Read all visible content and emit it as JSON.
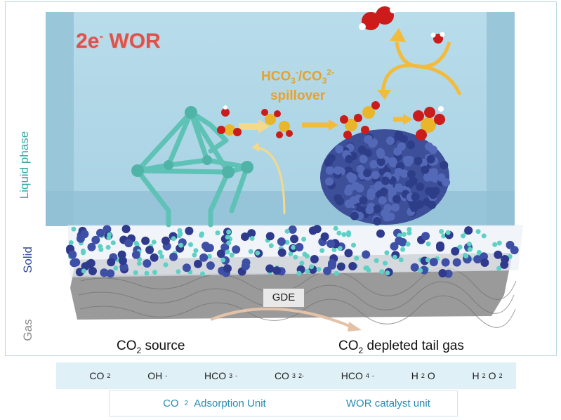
{
  "title": {
    "main": "2e",
    "sup": "-",
    "rest": " WOR"
  },
  "spillover": {
    "line1a": "HCO",
    "sub1": "3",
    "sup1": "-",
    "slash": "/CO",
    "sub2": "3",
    "sup2": "2-",
    "line2": "spillover"
  },
  "phases": {
    "liquid": "Liquid phase",
    "solid": "Solid",
    "gas": "Gas"
  },
  "gde": "GDE",
  "co2_source": {
    "a": "CO",
    "sub": "2",
    "b": " source"
  },
  "co2_tail": {
    "a": "CO",
    "sub": "2",
    "b": " depleted tail gas"
  },
  "legend_species": [
    {
      "icon": "co2-icon",
      "base": "CO",
      "sub": "2",
      "sup": ""
    },
    {
      "icon": "oh-icon",
      "base": "OH",
      "sub": "",
      "sup": "-"
    },
    {
      "icon": "hco3-icon",
      "base": "HCO",
      "sub": "3",
      "sup": "-"
    },
    {
      "icon": "co3-icon",
      "base": "CO",
      "sub": "3",
      "sup": "2-"
    },
    {
      "icon": "hco4-icon",
      "base": "HCO",
      "sub": "4",
      "sup": "-"
    },
    {
      "icon": "h2o-icon",
      "base": "H",
      "sub": "2",
      "sup": "",
      "tail": "O"
    },
    {
      "icon": "h2o2-icon",
      "base": "H",
      "sub": "2",
      "sup": "",
      "tail": "O",
      "sub2": "2"
    }
  ],
  "legend_units": {
    "adsorption": {
      "a": "CO",
      "sub": "2",
      "b": "  Adsorption Unit"
    },
    "wor": "WOR catalyst unit"
  },
  "colors": {
    "liquid": "#a8d2e4",
    "accent_red": "#d9544f",
    "accent_orange": "#e6a22a",
    "mof": "#5fc2b6",
    "catalyst": "#2f3f8f"
  }
}
